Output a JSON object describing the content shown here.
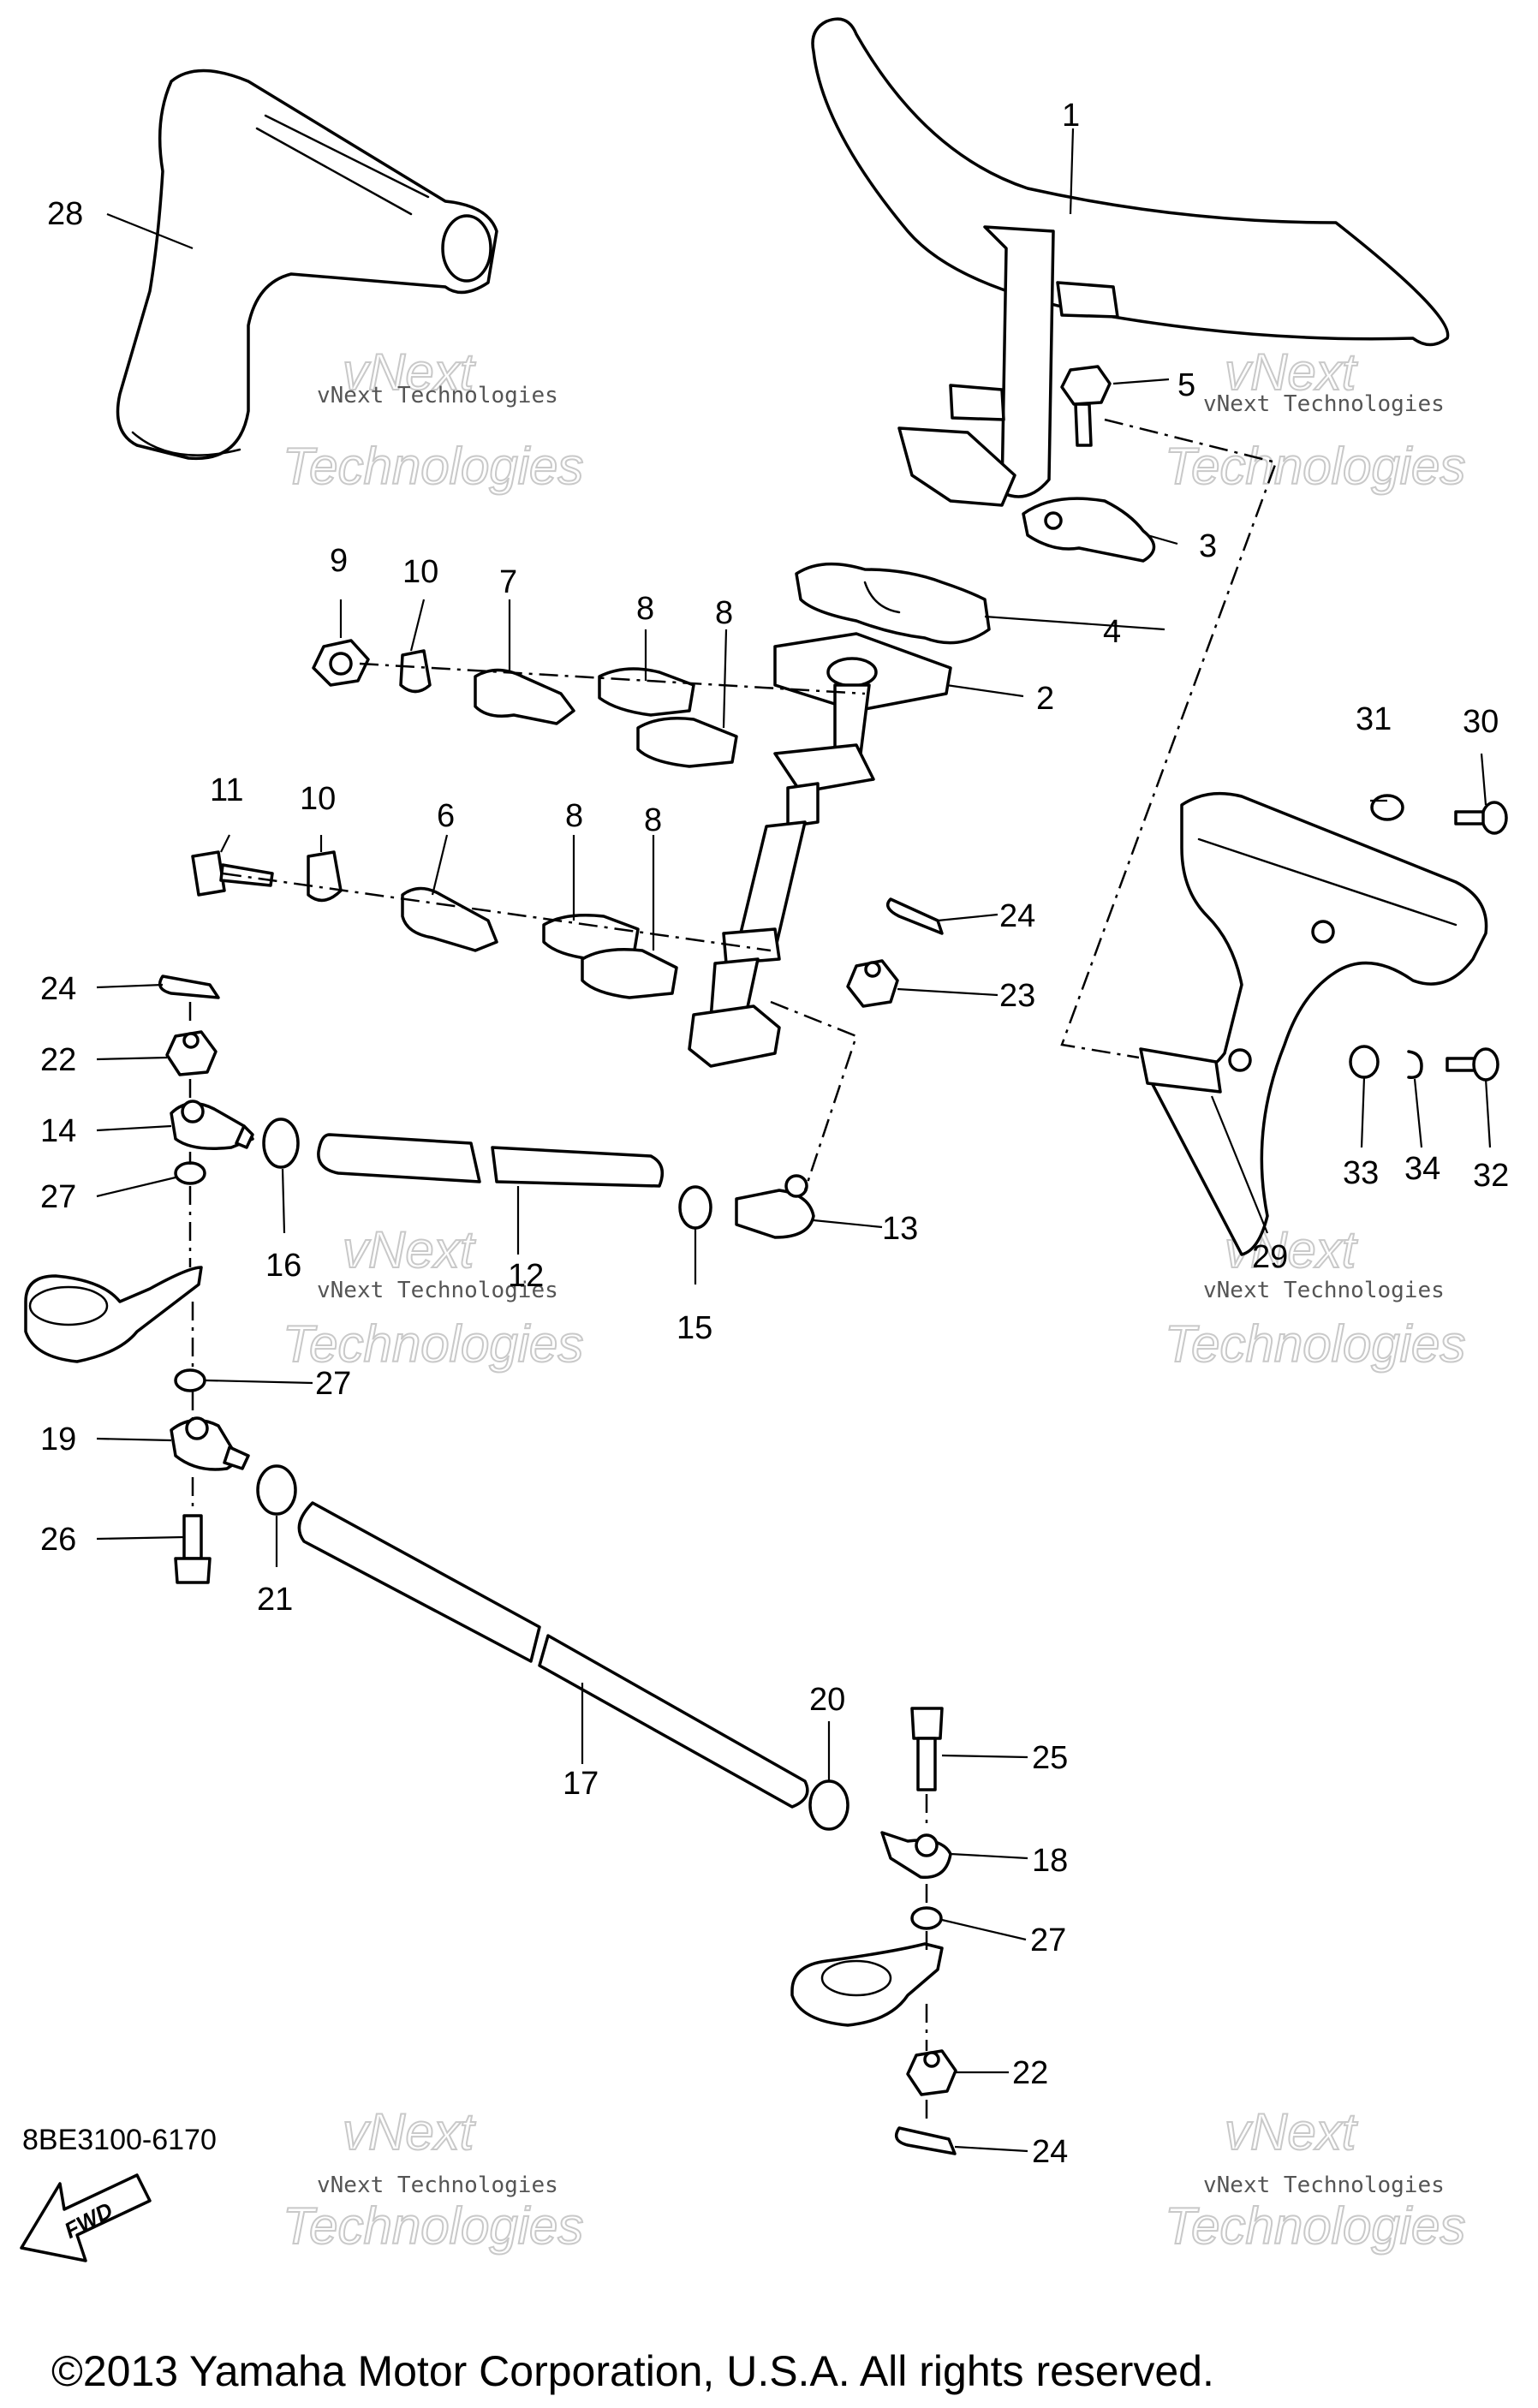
{
  "part_labels": [
    "1",
    "2",
    "3",
    "4",
    "5",
    "6",
    "7",
    "8",
    "8",
    "8",
    "8",
    "9",
    "10",
    "10",
    "11",
    "12",
    "13",
    "14",
    "15",
    "16",
    "17",
    "18",
    "19",
    "20",
    "21",
    "22",
    "22",
    "23",
    "24",
    "24",
    "24",
    "25",
    "26",
    "27",
    "27",
    "27",
    "28",
    "29",
    "30",
    "31",
    "32",
    "33",
    "34"
  ],
  "watermark": {
    "small": "vNext Technologies",
    "big_line1": "vNext",
    "big_line2": "Technologies"
  },
  "fwd_label": "FWD",
  "diagram_code": "8BE3100-6170",
  "copyright": "©2013 Yamaha Motor Corporation, U.S.A. All rights reserved."
}
